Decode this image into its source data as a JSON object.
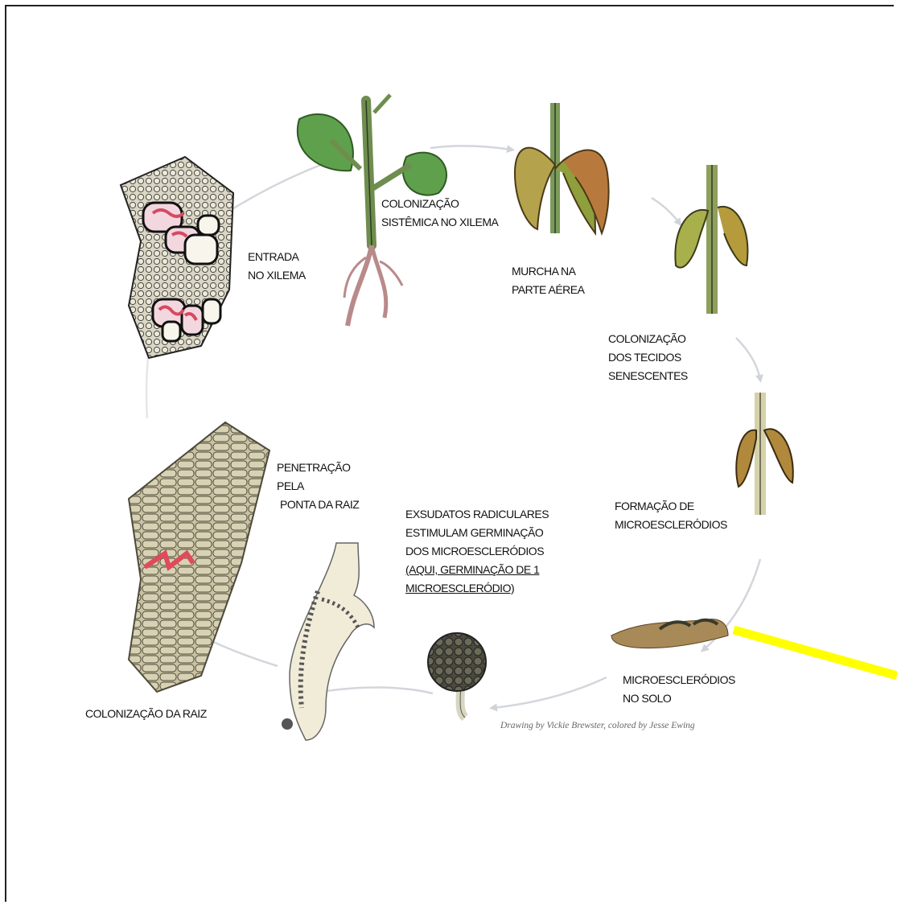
{
  "diagram": {
    "labels": {
      "colonizacao_sistemica": [
        "COLONIZAÇÃO",
        "SISTÊMICA NO XILEMA"
      ],
      "entrada_xilema": [
        "ENTRADA",
        "NO XILEMA"
      ],
      "murcha": [
        "MURCHA NA",
        "PARTE AÉREA"
      ],
      "colonizacao_tecidos": [
        "COLONIZAÇÃO",
        "DOS TECIDOS",
        "SENESCENTES"
      ],
      "formacao": [
        "FORMAÇÃO DE",
        "MICROESCLERÓDIOS"
      ],
      "microesclerodios_solo": [
        "MICROESCLERÓDIOS",
        "NO SOLO"
      ],
      "exsudatos": [
        "EXSUDATOS RADICULARES",
        "ESTIMULAM GERMINAÇÃO",
        "DOS MICROESCLERÓDIOS"
      ],
      "aqui": [
        "(AQUI, GERMINAÇÃO DE 1",
        "MICROESCLERÓDIO)"
      ],
      "penetracao": [
        "PENETRAÇÃO",
        "PELA",
        "PONTA DA RAIZ"
      ],
      "colonizacao_raiz": [
        "COLONIZAÇÃO DA RAIZ"
      ]
    },
    "credit": "Drawing by Vickie Brewster, colored by Jesse Ewing",
    "colors": {
      "cycle_arrow": "#d3d6dc",
      "leaf_green": "#5fa04c",
      "stem_green": "#7c9a5a",
      "wilt_brown": "#b47a3c",
      "cell_red": "#d54a62",
      "highlight_line": "#ffff00"
    }
  }
}
